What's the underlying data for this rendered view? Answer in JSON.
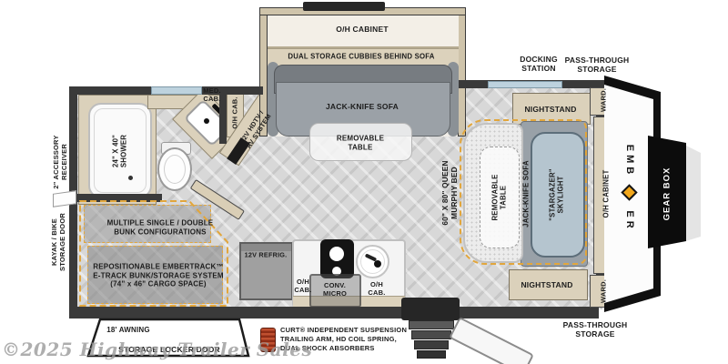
{
  "watermark": "©2025 Highway Trailer Sales",
  "colors": {
    "wall": "#3a3a3a",
    "cabinet_beige": "#dbd1bb",
    "floor_gray": "#d8d8d8",
    "accent_dash_yellow": "#e2a63c",
    "window_blue": "#bdd2de",
    "skylight_blue": "#b5c5cf",
    "ember_orange": "#f2a71b",
    "coil_red": "#a63a20"
  },
  "slide_out": {
    "oh_cabinet": "O/H CABINET",
    "dual_storage": "DUAL STORAGE CUBBIES BEHIND SOFA",
    "sofa": "JACK-KNIFE SOFA",
    "table": [
      "REMOVABLE",
      "TABLE"
    ]
  },
  "exterior": {
    "docking_station": [
      "DOCKING",
      "STATION"
    ],
    "pass_through_top": [
      "PASS-THROUGH",
      "STORAGE"
    ],
    "pass_through_bottom": [
      "PASS-THROUGH",
      "STORAGE"
    ],
    "accessory_receiver": [
      "2\" ACCESSORY",
      "RECEIVER"
    ],
    "kayak_bike": [
      "KAYAK / BIKE",
      "STORAGE DOOR"
    ],
    "awning": "18' AWNING",
    "storage_locker": "STORAGE LOCKER DOOR",
    "curt": [
      "CURT® INDEPENDENT SUSPENSION",
      "TRAILING ARM, HD COIL SPRING,",
      "DUAL SHOCK ABSORBERS"
    ],
    "gear_box": "GEAR BOX",
    "ember_logo": {
      "top": "EMB",
      "bottom": "ER"
    }
  },
  "bedroom": {
    "nightstand_top": "NIGHTSTAND",
    "nightstand_bottom": "NIGHTSTAND",
    "murphy_bed": [
      "60\" X 80\" QUEEN",
      "MURPHY BED"
    ],
    "table": [
      "REMOVABLE",
      "TABLE"
    ],
    "sofa": "JACK-KNIFE SOFA",
    "skylight": [
      "\"STARGAZER\"",
      "SKYLIGHT"
    ],
    "ward_top": "WARD.",
    "ward_bottom": "WARD.",
    "oh_cabinet": "O/H CABINET"
  },
  "bathroom": {
    "med_cab": [
      "MED.",
      "CAB."
    ],
    "oh_cab": "O/H CAB.",
    "shower": [
      "24\" X 40\"",
      "SHOWER"
    ],
    "hdtv": [
      "12V HDTV /",
      "AV SYSTEM"
    ]
  },
  "kitchen": {
    "refrigerator": "12V REFRIG.",
    "oh_cab_left": [
      "O/H",
      "CAB."
    ],
    "microwave": [
      "CONV.",
      "MICRO"
    ],
    "oh_cab_right": [
      "O/H",
      "CAB."
    ]
  },
  "bunk_area": {
    "bunk_config": [
      "MULTIPLE SINGLE / DOUBLE",
      "BUNK CONFIGURATIONS"
    ],
    "embertrack": [
      "REPOSITIONABLE EMBERTRACK™",
      "E-TRACK BUNK/STORAGE SYSTEM",
      "(74\" x 46\" CARGO SPACE)"
    ]
  }
}
